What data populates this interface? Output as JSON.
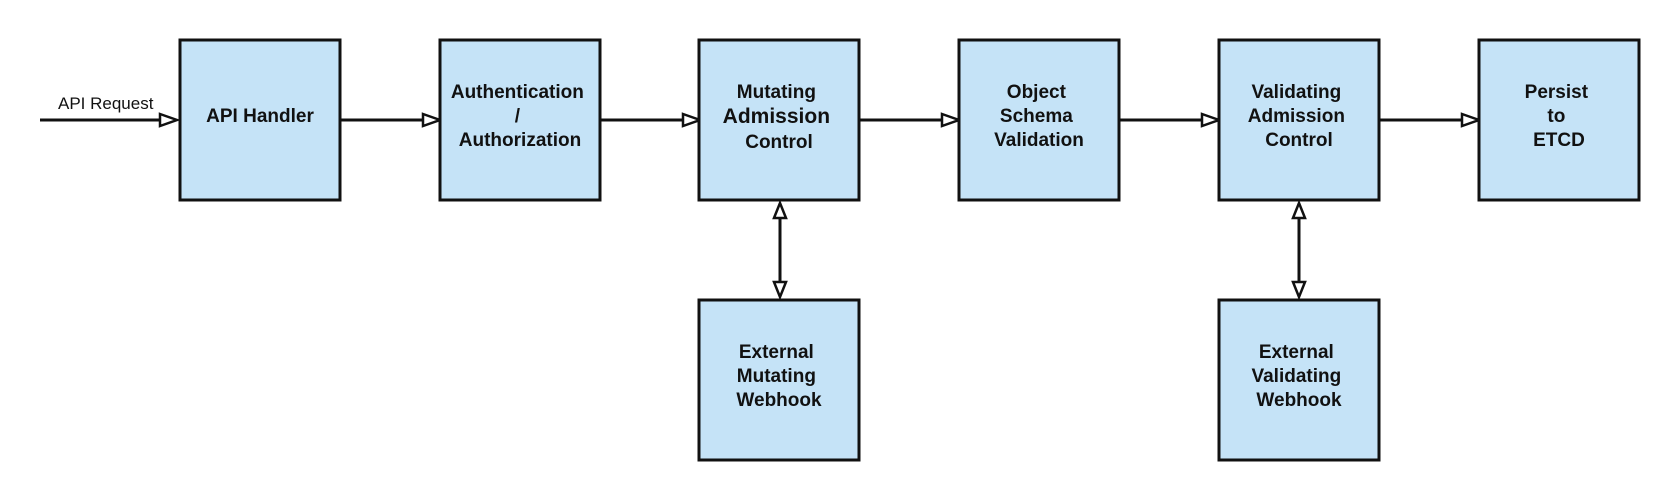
{
  "diagram": {
    "input_label": "API Request",
    "nodes": {
      "api_handler": {
        "lines": [
          "API Handler"
        ]
      },
      "authn_authz": {
        "lines": [
          "Authentication",
          "/",
          "Authorization"
        ]
      },
      "mutating_admission": {
        "lines": [
          "Mutating",
          "Admission",
          "Control"
        ]
      },
      "schema_validation": {
        "lines": [
          "Object",
          "Schema",
          "Validation"
        ]
      },
      "validating_admission": {
        "lines": [
          "Validating",
          "Admission",
          "Control"
        ]
      },
      "persist_etcd": {
        "lines": [
          "Persist",
          "to",
          "ETCD"
        ]
      },
      "external_mutating_webhook": {
        "lines": [
          "External",
          "Mutating",
          "Webhook"
        ]
      },
      "external_validating_webhook": {
        "lines": [
          "External",
          "Validating",
          "Webhook"
        ]
      }
    },
    "colors": {
      "box_fill": "#c5e3f7",
      "stroke": "#111111",
      "arrowhead_fill": "#ffffff"
    }
  }
}
